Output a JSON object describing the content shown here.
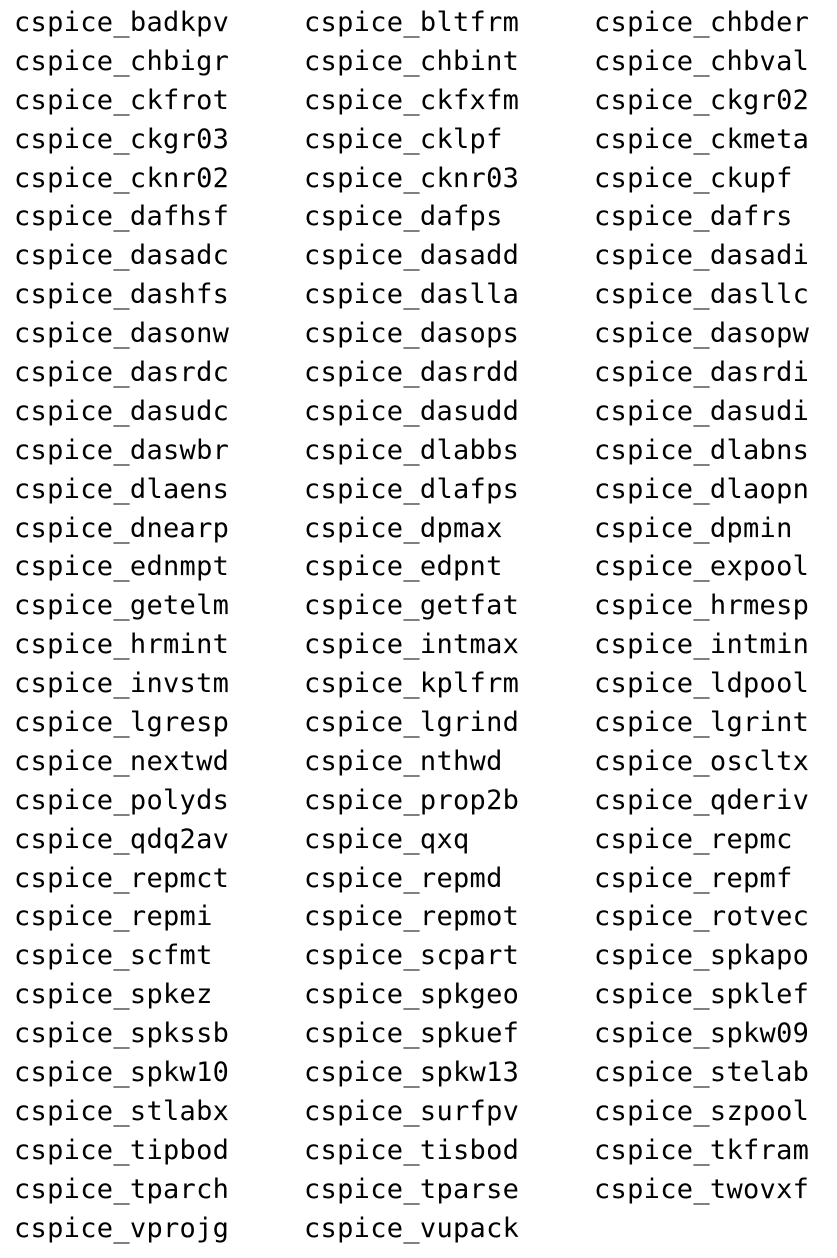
{
  "functions": [
    "cspice_badkpv",
    "cspice_bltfrm",
    "cspice_chbder",
    "cspice_chbigr",
    "cspice_chbint",
    "cspice_chbval",
    "cspice_ckfrot",
    "cspice_ckfxfm",
    "cspice_ckgr02",
    "cspice_ckgr03",
    "cspice_cklpf",
    "cspice_ckmeta",
    "cspice_cknr02",
    "cspice_cknr03",
    "cspice_ckupf",
    "cspice_dafhsf",
    "cspice_dafps",
    "cspice_dafrs",
    "cspice_dasadc",
    "cspice_dasadd",
    "cspice_dasadi",
    "cspice_dashfs",
    "cspice_daslla",
    "cspice_dasllc",
    "cspice_dasonw",
    "cspice_dasops",
    "cspice_dasopw",
    "cspice_dasrdc",
    "cspice_dasrdd",
    "cspice_dasrdi",
    "cspice_dasudc",
    "cspice_dasudd",
    "cspice_dasudi",
    "cspice_daswbr",
    "cspice_dlabbs",
    "cspice_dlabns",
    "cspice_dlaens",
    "cspice_dlafps",
    "cspice_dlaopn",
    "cspice_dnearp",
    "cspice_dpmax",
    "cspice_dpmin",
    "cspice_ednmpt",
    "cspice_edpnt",
    "cspice_expool",
    "cspice_getelm",
    "cspice_getfat",
    "cspice_hrmesp",
    "cspice_hrmint",
    "cspice_intmax",
    "cspice_intmin",
    "cspice_invstm",
    "cspice_kplfrm",
    "cspice_ldpool",
    "cspice_lgresp",
    "cspice_lgrind",
    "cspice_lgrint",
    "cspice_nextwd",
    "cspice_nthwd",
    "cspice_oscltx",
    "cspice_polyds",
    "cspice_prop2b",
    "cspice_qderiv",
    "cspice_qdq2av",
    "cspice_qxq",
    "cspice_repmc",
    "cspice_repmct",
    "cspice_repmd",
    "cspice_repmf",
    "cspice_repmi",
    "cspice_repmot",
    "cspice_rotvec",
    "cspice_scfmt",
    "cspice_scpart",
    "cspice_spkapo",
    "cspice_spkez",
    "cspice_spkgeo",
    "cspice_spklef",
    "cspice_spkssb",
    "cspice_spkuef",
    "cspice_spkw09",
    "cspice_spkw10",
    "cspice_spkw13",
    "cspice_stelab",
    "cspice_stlabx",
    "cspice_surfpv",
    "cspice_szpool",
    "cspice_tipbod",
    "cspice_tisbod",
    "cspice_tkfram",
    "cspice_tparch",
    "cspice_tparse",
    "cspice_twovxf",
    "cspice_vprojg",
    "cspice_vupack"
  ]
}
